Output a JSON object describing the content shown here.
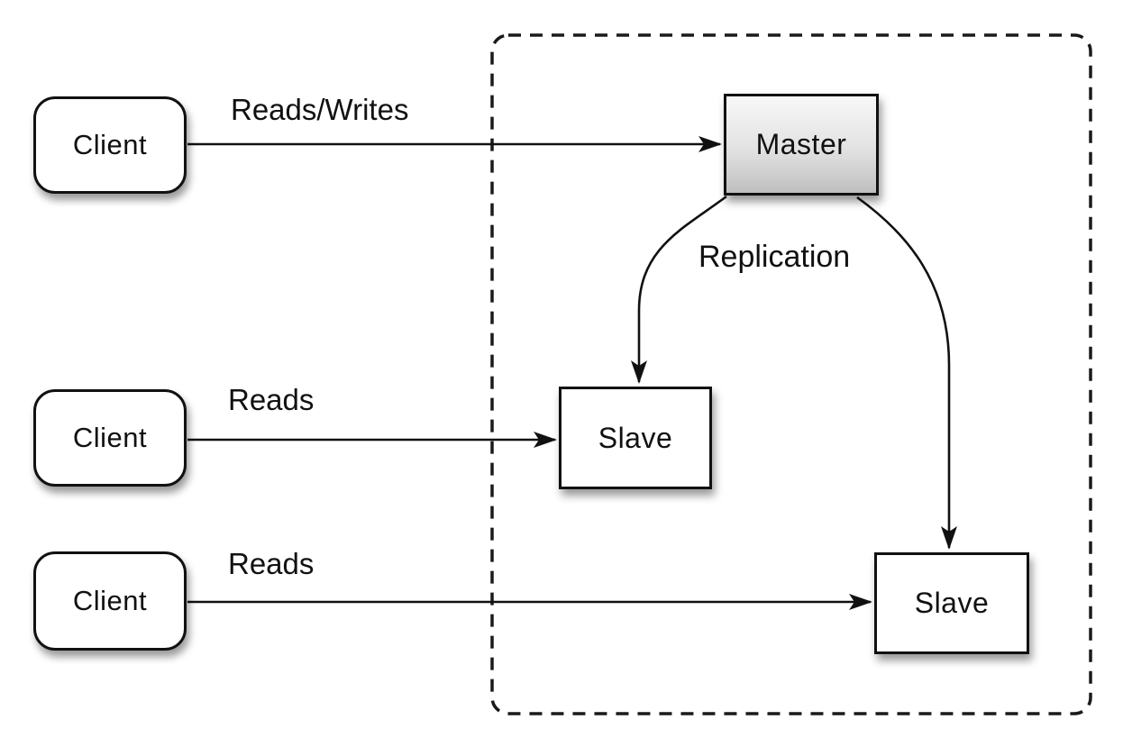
{
  "diagram": {
    "type": "architecture-diagram",
    "subject": "master-slave-replication",
    "boundary": {
      "name": "replication-cluster",
      "style": "dashed-rounded-rectangle"
    },
    "nodes": [
      {
        "id": "client-1",
        "label": "Client",
        "shape": "rounded-rect",
        "fill": "#ffffff"
      },
      {
        "id": "client-2",
        "label": "Client",
        "shape": "rounded-rect",
        "fill": "#ffffff"
      },
      {
        "id": "client-3",
        "label": "Client",
        "shape": "rounded-rect",
        "fill": "#ffffff"
      },
      {
        "id": "master",
        "label": "Master",
        "shape": "rect",
        "fill": "gray-gradient"
      },
      {
        "id": "slave-1",
        "label": "Slave",
        "shape": "rect",
        "fill": "#ffffff"
      },
      {
        "id": "slave-2",
        "label": "Slave",
        "shape": "rect",
        "fill": "#ffffff"
      }
    ],
    "edges": [
      {
        "from": "client-1",
        "to": "master",
        "label": "Reads/Writes",
        "style": "straight-arrow"
      },
      {
        "from": "client-2",
        "to": "slave-1",
        "label": "Reads",
        "style": "straight-arrow"
      },
      {
        "from": "client-3",
        "to": "slave-2",
        "label": "Reads",
        "style": "straight-arrow"
      },
      {
        "from": "master",
        "to": "slave-1",
        "label": "Replication",
        "style": "curved-arrow"
      },
      {
        "from": "master",
        "to": "slave-2",
        "label": "",
        "style": "curved-arrow"
      }
    ],
    "colors": {
      "background": "#ffffff",
      "stroke": "#111111",
      "node_fill": "#ffffff",
      "master_gradient_top": "#f8f8f8",
      "master_gradient_bottom": "#bfbfbf"
    }
  }
}
